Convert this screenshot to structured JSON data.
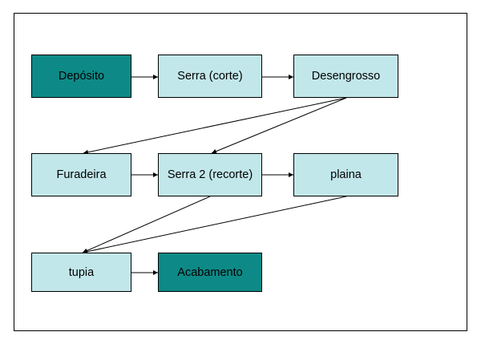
{
  "colors": {
    "light_box": "#c2e7ea",
    "dark_box": "#0d8a87",
    "border": "#000000"
  },
  "diagram": {
    "nodes": [
      {
        "id": "deposito",
        "label": "Depósito",
        "style": "dark"
      },
      {
        "id": "serra-corte",
        "label": "Serra (corte)",
        "style": "light"
      },
      {
        "id": "desengrosso",
        "label": "Desengrosso",
        "style": "light"
      },
      {
        "id": "furadeira",
        "label": "Furadeira",
        "style": "light"
      },
      {
        "id": "serra2-recorte",
        "label": "Serra 2 (recorte)",
        "style": "light"
      },
      {
        "id": "plaina",
        "label": "plaina",
        "style": "light"
      },
      {
        "id": "tupia",
        "label": "tupia",
        "style": "light"
      },
      {
        "id": "acabamento",
        "label": "Acabamento",
        "style": "dark"
      }
    ],
    "edges": [
      {
        "from": "deposito",
        "to": "serra-corte"
      },
      {
        "from": "serra-corte",
        "to": "desengrosso"
      },
      {
        "from": "desengrosso",
        "to": "furadeira"
      },
      {
        "from": "desengrosso",
        "to": "serra2-recorte"
      },
      {
        "from": "furadeira",
        "to": "serra2-recorte"
      },
      {
        "from": "serra2-recorte",
        "to": "plaina"
      },
      {
        "from": "serra2-recorte",
        "to": "tupia"
      },
      {
        "from": "plaina",
        "to": "tupia"
      },
      {
        "from": "tupia",
        "to": "acabamento"
      }
    ]
  }
}
